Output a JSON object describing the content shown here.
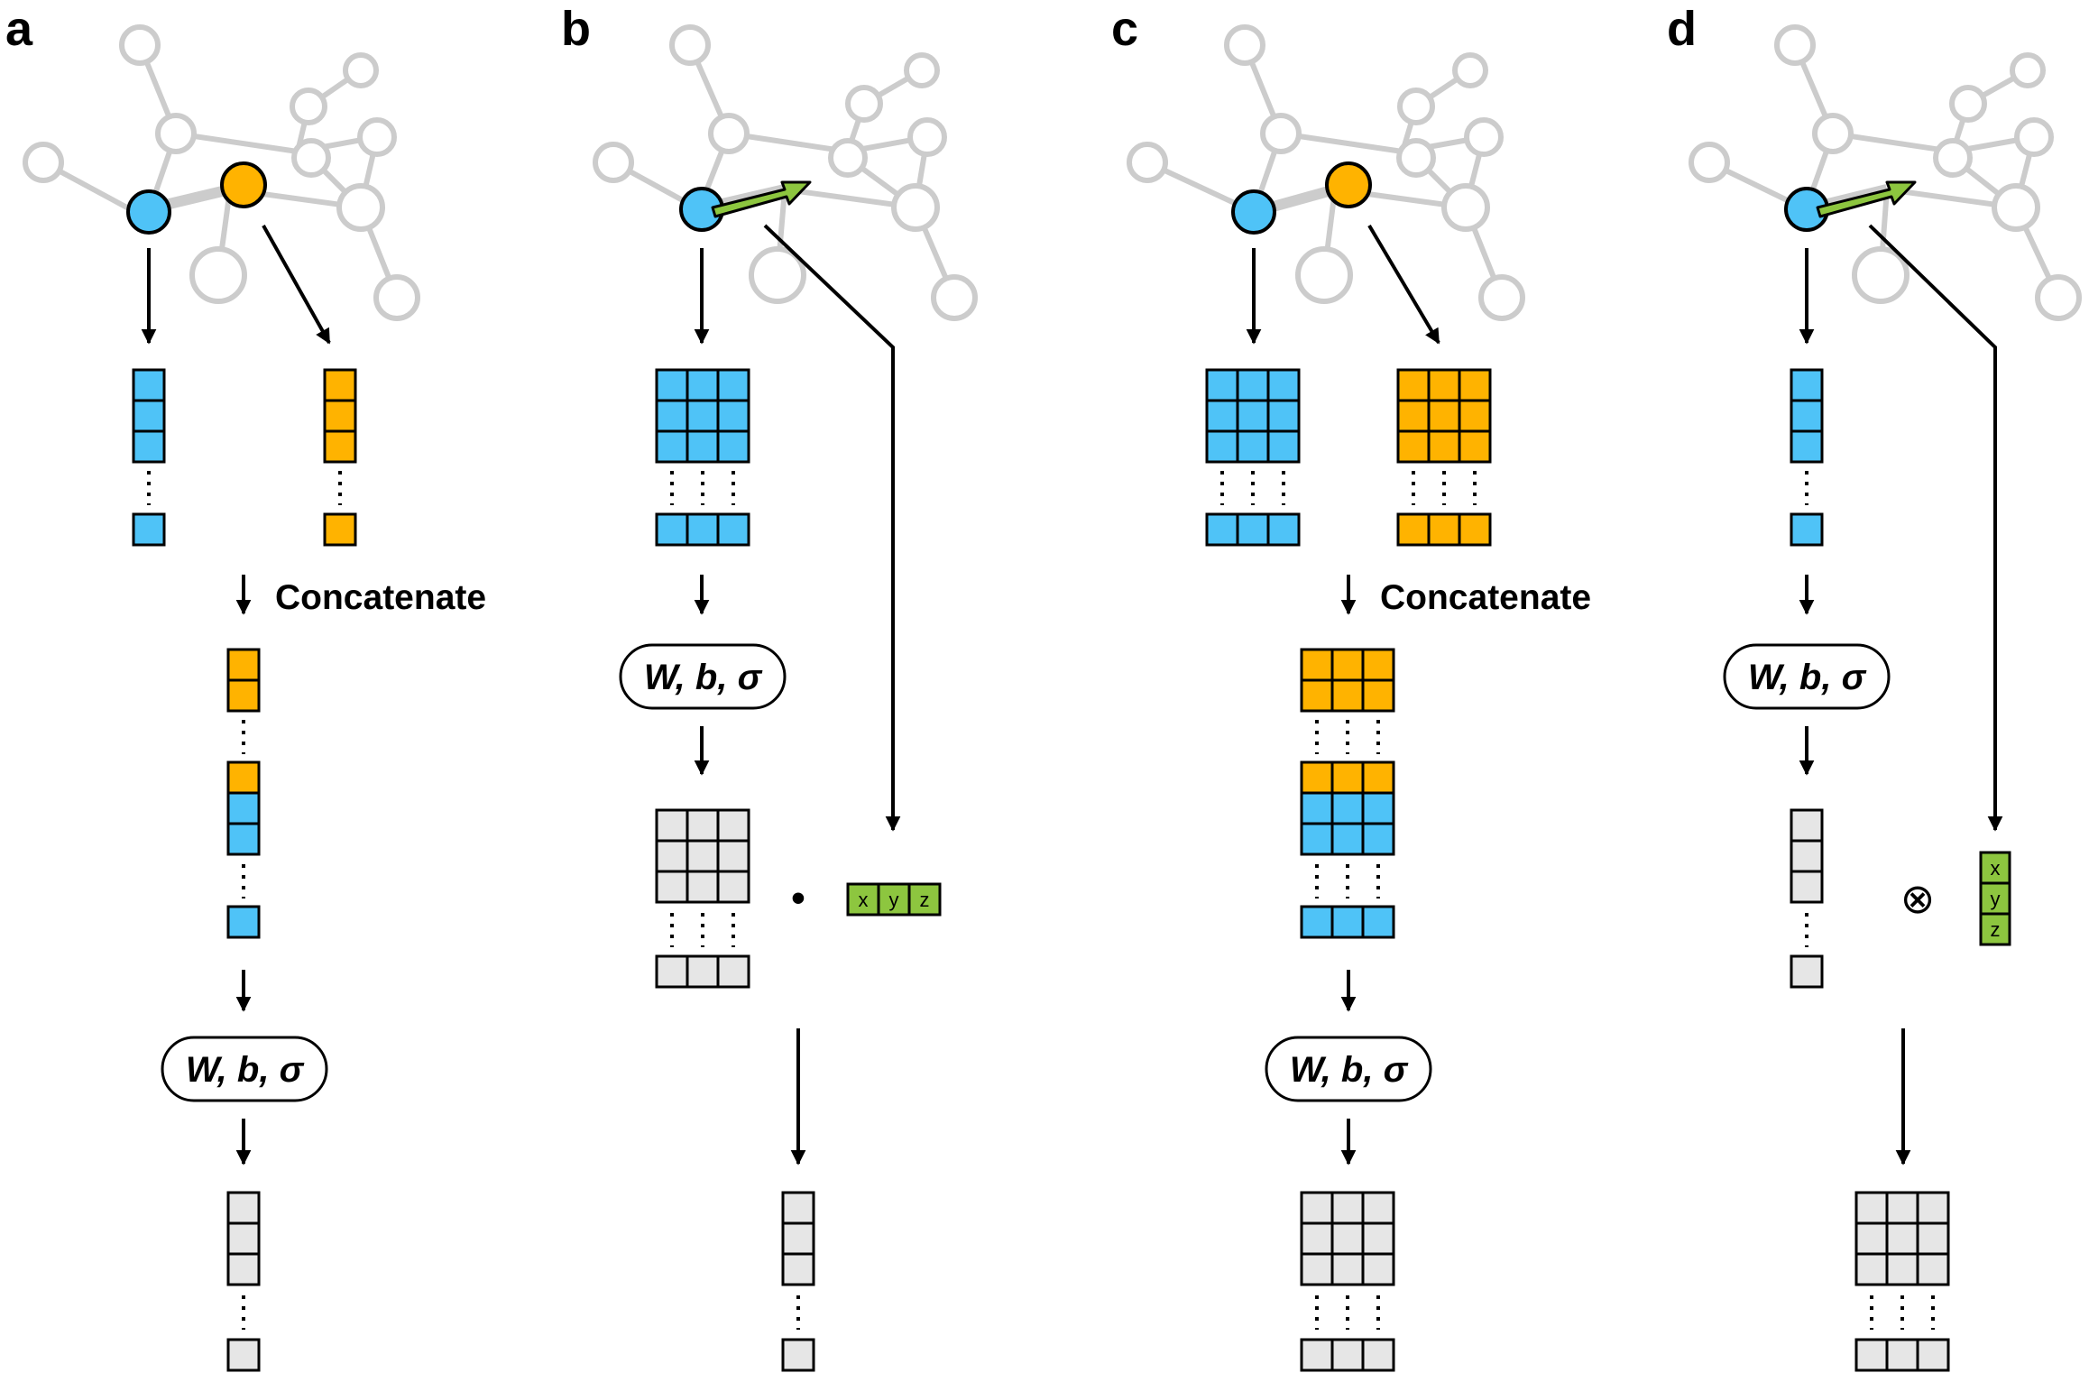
{
  "colors": {
    "blue": "#4FC3F7",
    "orange": "#FFB300",
    "green": "#8DC63F",
    "gray_cell": "#E6E6E6",
    "graph_gray": "#CCCCCC",
    "stroke": "#000000"
  },
  "panels": [
    {
      "id": "a",
      "label": "a",
      "operation": "Concatenate",
      "function": "W, b, σ",
      "nodes": [
        "blue",
        "orange"
      ]
    },
    {
      "id": "b",
      "label": "b",
      "function": "W, b, σ",
      "combine_symbol": "•",
      "vector_labels": [
        "x",
        "y",
        "z"
      ],
      "nodes": [
        "blue"
      ]
    },
    {
      "id": "c",
      "label": "c",
      "operation": "Concatenate",
      "function": "W, b, σ",
      "nodes": [
        "blue",
        "orange"
      ]
    },
    {
      "id": "d",
      "label": "d",
      "function": "W, b, σ",
      "combine_symbol": "⊗",
      "vector_labels": [
        "x",
        "y",
        "z"
      ],
      "nodes": [
        "blue"
      ]
    }
  ]
}
